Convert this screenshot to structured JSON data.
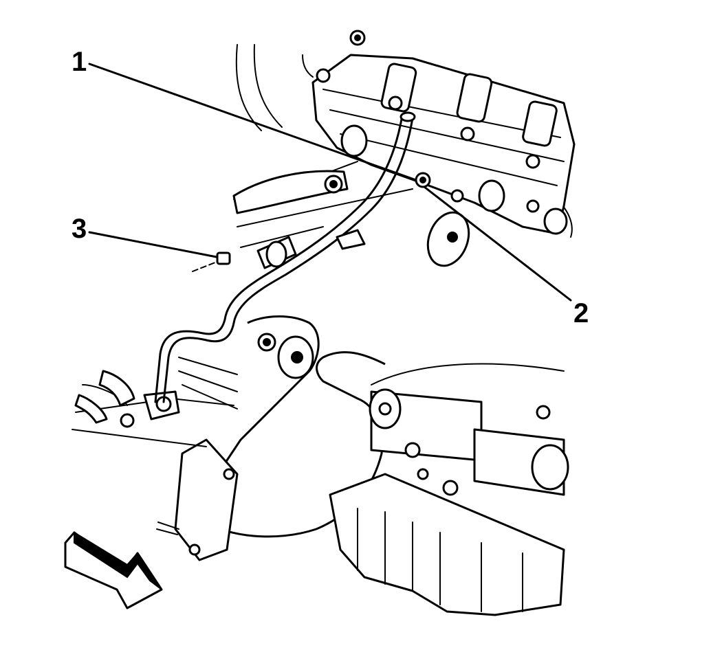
{
  "callouts": [
    {
      "id": "1",
      "label": "1"
    },
    {
      "id": "2",
      "label": "2"
    },
    {
      "id": "3",
      "label": "3"
    }
  ],
  "icons": {
    "arrow": "direction-arrow-icon"
  },
  "colors": {
    "ink": "#000000",
    "background": "#ffffff"
  }
}
